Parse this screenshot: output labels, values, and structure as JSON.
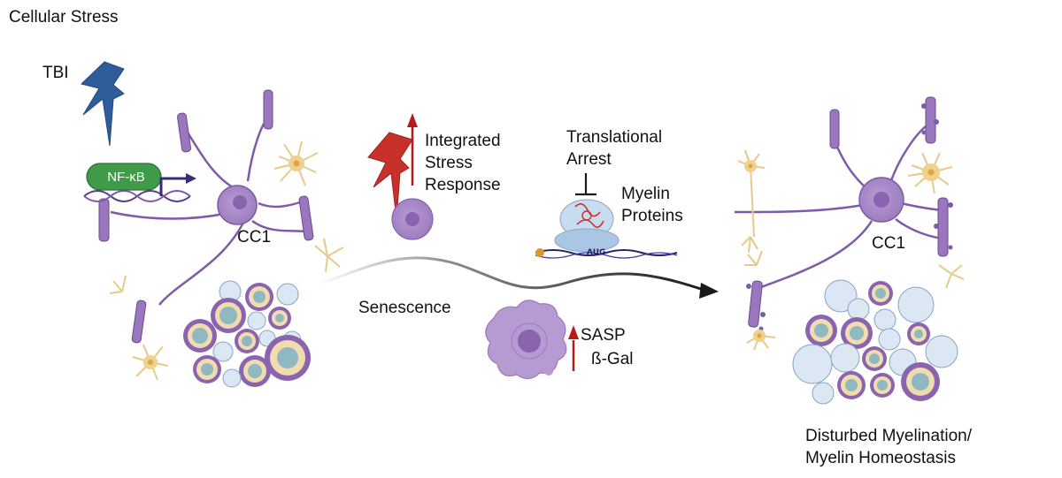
{
  "colors": {
    "bolt_blue": "#2f5d9c",
    "bolt_red": "#c8312b",
    "cell_purple": "#a98cc8",
    "axon_purple": "#7e5aa8",
    "nfkb_green": "#3f9a4a",
    "up_arrow_red": "#b51b1b",
    "astrocyte_yellow": "#f0dcae",
    "myelin_light_blue": "#dbe8f4",
    "axon_core_teal": "#8fb8bf"
  },
  "labels": {
    "title": "Cellular Stress",
    "tbi": "TBI",
    "nfkb": "NF-κB",
    "cc1_left": "CC1",
    "cc1_right": "CC1",
    "isr_line1": "Integrated",
    "isr_line2": "Stress",
    "isr_line3": "Response",
    "ta_line1": "Translational",
    "ta_line2": "Arrest",
    "mp_line1": "Myelin",
    "mp_line2": "Proteins",
    "aug": "AUG",
    "senescence": "Senescence",
    "sasp": "SASP",
    "bgal": "ß-Gal",
    "outcome_line1": "Disturbed Myelination/",
    "outcome_line2": "Myelin Homeostasis"
  },
  "icons": [
    "lightning-bolt-icon",
    "nf-kb-complex-icon",
    "dna-helix-icon",
    "oligodendrocyte-icon",
    "astrocyte-icon",
    "ribosome-icon",
    "senescent-cell-icon",
    "up-arrow-icon",
    "inhibition-icon",
    "process-arrow-icon"
  ]
}
